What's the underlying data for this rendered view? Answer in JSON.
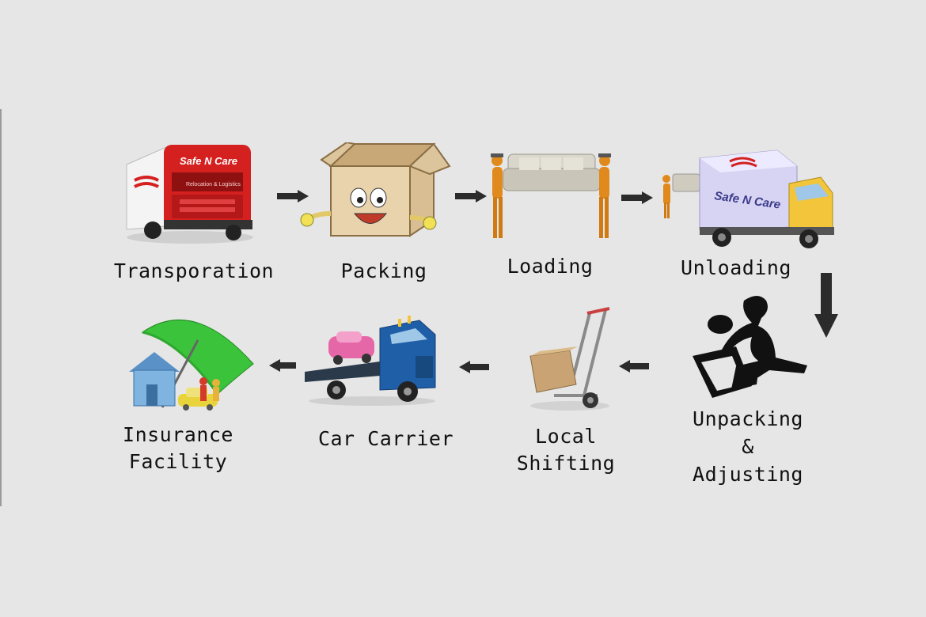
{
  "steps": {
    "transportation": {
      "label": "Transporation",
      "truck_brand": "Safe N Care",
      "truck_subtext": "Relocation & Logistics"
    },
    "packing": {
      "label": "Packing"
    },
    "loading": {
      "label": "Loading"
    },
    "unloading": {
      "label": "Unloading",
      "truck_brand": "Safe N Care"
    },
    "unpacking": {
      "label": "Unpacking\n&\nAdjusting"
    },
    "local_shifting": {
      "label": "Local\nShifting"
    },
    "car_carrier": {
      "label": "Car Carrier"
    },
    "insurance": {
      "label": "Insurance\nFacility"
    }
  },
  "colors": {
    "background": "#e6e6e6",
    "arrow": "#2b2b2b",
    "truck_red": "#d4201f",
    "box_tan": "#e9d3ad",
    "mover_orange": "#e08a1e",
    "umbrella_green": "#3cc33c",
    "carrier_blue": "#1f5fa8"
  }
}
